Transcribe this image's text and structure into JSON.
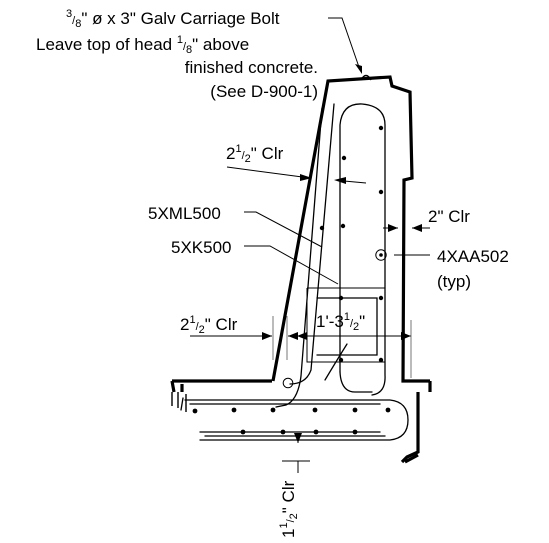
{
  "drawing": {
    "callouts": {
      "bolt": {
        "line1_pre": "",
        "line1_frac_num": "3",
        "line1_frac_den": "8",
        "line1_post": "\" ø x 3\" Galv Carriage Bolt",
        "line2_pre": "Leave top of head ",
        "line2_frac_num": "1",
        "line2_frac_den": "8",
        "line2_post": "\" above",
        "line3": "finished concrete.",
        "line4": "(See D-900-1)"
      },
      "clr_top": {
        "whole": "2",
        "num": "1",
        "den": "2",
        "post": "\" Clr"
      },
      "bar_5xml500": "5XML500",
      "bar_5xk500": "5XK500",
      "clr_2in": "2\" Clr",
      "bar_4xaa502": "4XAA502",
      "typ": "(typ)",
      "clr_left": {
        "whole": "2",
        "num": "1",
        "den": "2",
        "post": "\" Clr"
      },
      "dim_width": {
        "pre": "1'-3",
        "num": "1",
        "den": "2",
        "post": "\""
      },
      "clr_bottom": {
        "whole": "1",
        "num": "1",
        "den": "2",
        "post": "\" Clr"
      }
    }
  }
}
